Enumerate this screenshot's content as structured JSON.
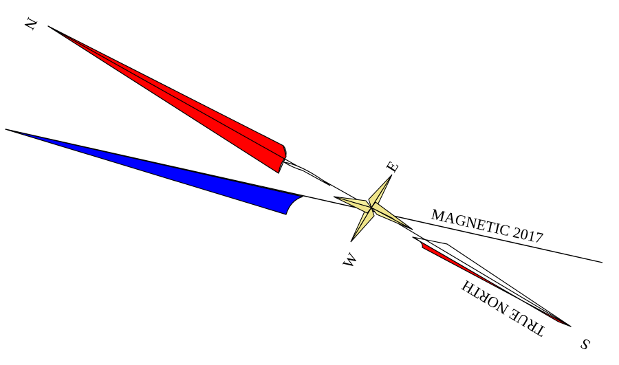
{
  "diagram": {
    "directions": {
      "north": "N",
      "south": "S",
      "east": "E",
      "west": "W"
    },
    "labels": {
      "true_north": "TRUE NORTH",
      "magnetic": "MAGNETIC 2017"
    },
    "colors": {
      "true_north_fill": "#ff0000",
      "magnetic_fill": "#0000ff",
      "rose_fill": "#f5ef9c",
      "outline": "#000000",
      "background": "#ffffff"
    }
  }
}
